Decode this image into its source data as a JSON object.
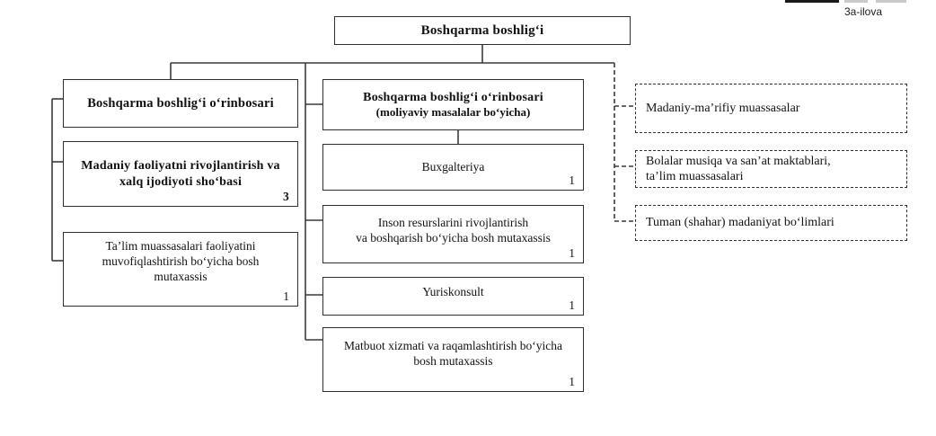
{
  "page": {
    "appendix_label": "3a-ilova"
  },
  "org": {
    "root": {
      "title": "Boshqarma boshlig‘i"
    },
    "left": [
      {
        "title": "Boshqarma boshlig‘i o‘rinbosari"
      },
      {
        "title": "Madaniy faoliyatni rivojlantirish va\nxalq ijodiyoti sho‘basi",
        "count": "3"
      },
      {
        "title": "Ta’lim muassasalari faoliyatini\nmuvofiqlashtirish bo‘yicha bosh\nmutaxassis",
        "count": "1"
      }
    ],
    "middle": [
      {
        "title": "Boshqarma boshlig‘i o‘rinbosari",
        "subtitle": "(moliyaviy masalalar bo‘yicha)"
      },
      {
        "title": "Buxgalteriya",
        "count": "1"
      },
      {
        "title": "Inson resurslarini rivojlantirish\nva boshqarish bo‘yicha bosh mutaxassis",
        "count": "1"
      },
      {
        "title": "Yuriskonsult",
        "count": "1"
      },
      {
        "title": "Matbuot xizmati va raqamlashtirish bo‘yicha\nbosh mutaxassis",
        "count": "1"
      }
    ],
    "right": [
      {
        "title": "Madaniy-ma’rifiy muassasalar"
      },
      {
        "title": "Bolalar musiqa va san’at maktablari,\nta’lim muassasalari"
      },
      {
        "title": "Tuman (shahar) madaniyat bo‘limlari"
      }
    ]
  },
  "colors": {
    "line": "#3a3a3a",
    "border": "#2e2e2e",
    "text": "#111111",
    "background": "#ffffff"
  }
}
